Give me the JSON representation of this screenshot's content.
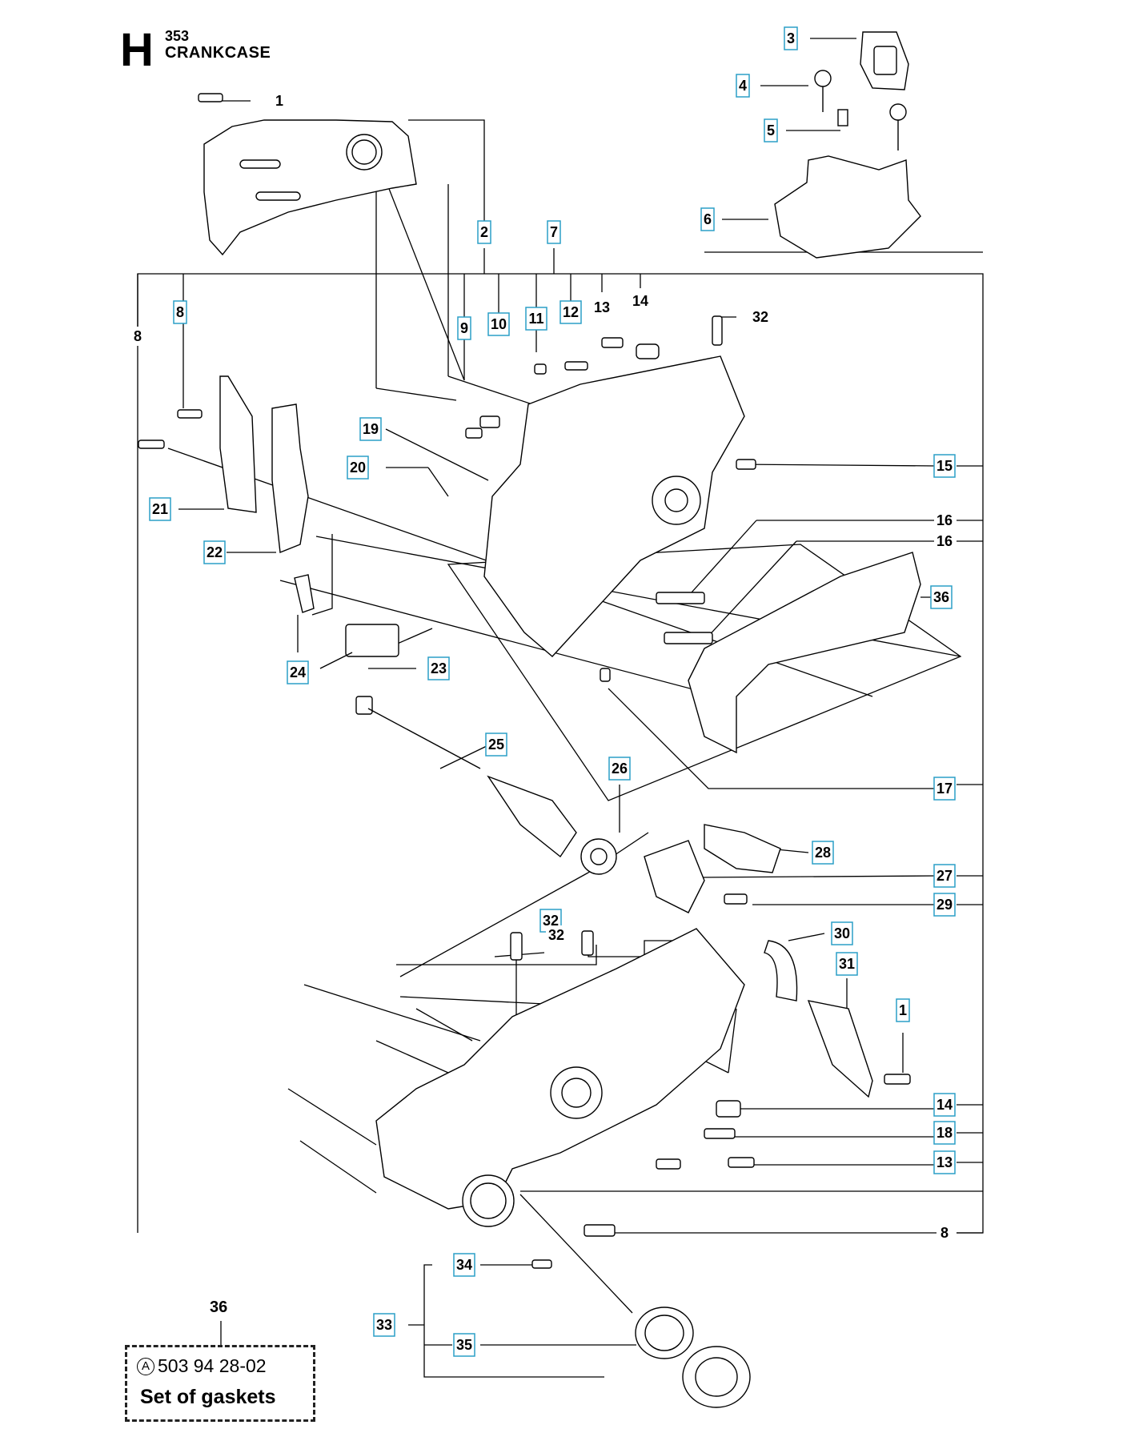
{
  "header": {
    "section_letter": "H",
    "model": "353",
    "title": "CRANKCASE"
  },
  "callouts": [
    {
      "id": "c1a",
      "text": "1",
      "boxed": false
    },
    {
      "id": "c2",
      "text": "2",
      "boxed": true
    },
    {
      "id": "c3",
      "text": "3",
      "boxed": true
    },
    {
      "id": "c4",
      "text": "4",
      "boxed": true
    },
    {
      "id": "c5",
      "text": "5",
      "boxed": true
    },
    {
      "id": "c6",
      "text": "6",
      "boxed": true
    },
    {
      "id": "c7",
      "text": "7",
      "boxed": true
    },
    {
      "id": "c8a",
      "text": "8",
      "boxed": false
    },
    {
      "id": "c8b",
      "text": "8",
      "boxed": true
    },
    {
      "id": "c9",
      "text": "9",
      "boxed": true
    },
    {
      "id": "c10",
      "text": "10",
      "boxed": true
    },
    {
      "id": "c11",
      "text": "11",
      "boxed": true
    },
    {
      "id": "c12",
      "text": "12",
      "boxed": true
    },
    {
      "id": "c13a",
      "text": "13",
      "boxed": false
    },
    {
      "id": "c14a",
      "text": "14",
      "boxed": false
    },
    {
      "id": "c32a",
      "text": "32",
      "boxed": false
    },
    {
      "id": "c19",
      "text": "19",
      "boxed": true
    },
    {
      "id": "c20",
      "text": "20",
      "boxed": true
    },
    {
      "id": "c15",
      "text": "15",
      "boxed": true
    },
    {
      "id": "c16a",
      "text": "16",
      "boxed": false
    },
    {
      "id": "c16b",
      "text": "16",
      "boxed": false
    },
    {
      "id": "c21",
      "text": "21",
      "boxed": true
    },
    {
      "id": "c22",
      "text": "22",
      "boxed": true
    },
    {
      "id": "c36a",
      "text": "36",
      "boxed": true
    },
    {
      "id": "c24",
      "text": "24",
      "boxed": true
    },
    {
      "id": "c23",
      "text": "23",
      "boxed": true
    },
    {
      "id": "c25",
      "text": "25",
      "boxed": true
    },
    {
      "id": "c26",
      "text": "26",
      "boxed": true
    },
    {
      "id": "c17",
      "text": "17",
      "boxed": true
    },
    {
      "id": "c28",
      "text": "28",
      "boxed": true
    },
    {
      "id": "c27",
      "text": "27",
      "boxed": true
    },
    {
      "id": "c29",
      "text": "29",
      "boxed": true
    },
    {
      "id": "c32b",
      "text": "32",
      "boxed": true
    },
    {
      "id": "c32c",
      "text": "32",
      "boxed": false
    },
    {
      "id": "c30",
      "text": "30",
      "boxed": true
    },
    {
      "id": "c31",
      "text": "31",
      "boxed": true
    },
    {
      "id": "c1b",
      "text": "1",
      "boxed": true
    },
    {
      "id": "c14b",
      "text": "14",
      "boxed": true
    },
    {
      "id": "c18",
      "text": "18",
      "boxed": true
    },
    {
      "id": "c13b",
      "text": "13",
      "boxed": true
    },
    {
      "id": "c8c",
      "text": "8",
      "boxed": false
    },
    {
      "id": "c34",
      "text": "34",
      "boxed": true
    },
    {
      "id": "c33",
      "text": "33",
      "boxed": true
    },
    {
      "id": "c35",
      "text": "35",
      "boxed": true
    }
  ],
  "gasket_set": {
    "number": "36",
    "marker": "A",
    "part_number": "503 94 28-02",
    "description": "Set of gaskets"
  },
  "colors": {
    "box_border": "#2b9fc7",
    "line": "#000000"
  }
}
